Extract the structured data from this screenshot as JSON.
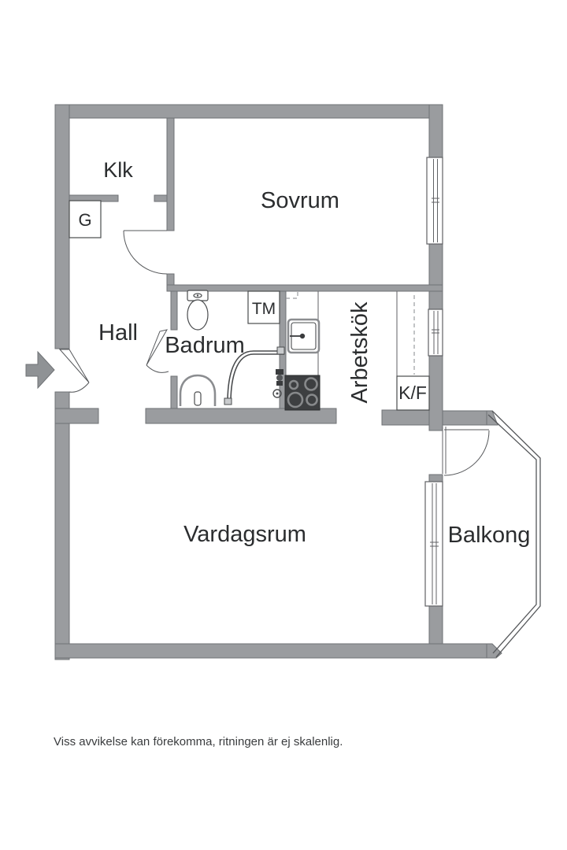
{
  "floorplan": {
    "rooms": {
      "klk": "Klk",
      "g": "G",
      "sovrum": "Sovrum",
      "hall": "Hall",
      "badrum": "Badrum",
      "tm": "TM",
      "arbetskok": "Arbetskök",
      "kf": "K/F",
      "vardagsrum": "Vardagsrum",
      "balkong": "Balkong"
    },
    "disclaimer": "Viss avvikelse kan förekomma, ritningen är ej skalenlig.",
    "colors": {
      "wall": "#9a9c9f",
      "wall_outline": "#6f7275",
      "line": "#55575a",
      "text": "#2b2d2f",
      "stove": "#3d3f41",
      "burner_ring": "#87898b",
      "arrow": "#8f9295",
      "background": "#ffffff"
    }
  }
}
